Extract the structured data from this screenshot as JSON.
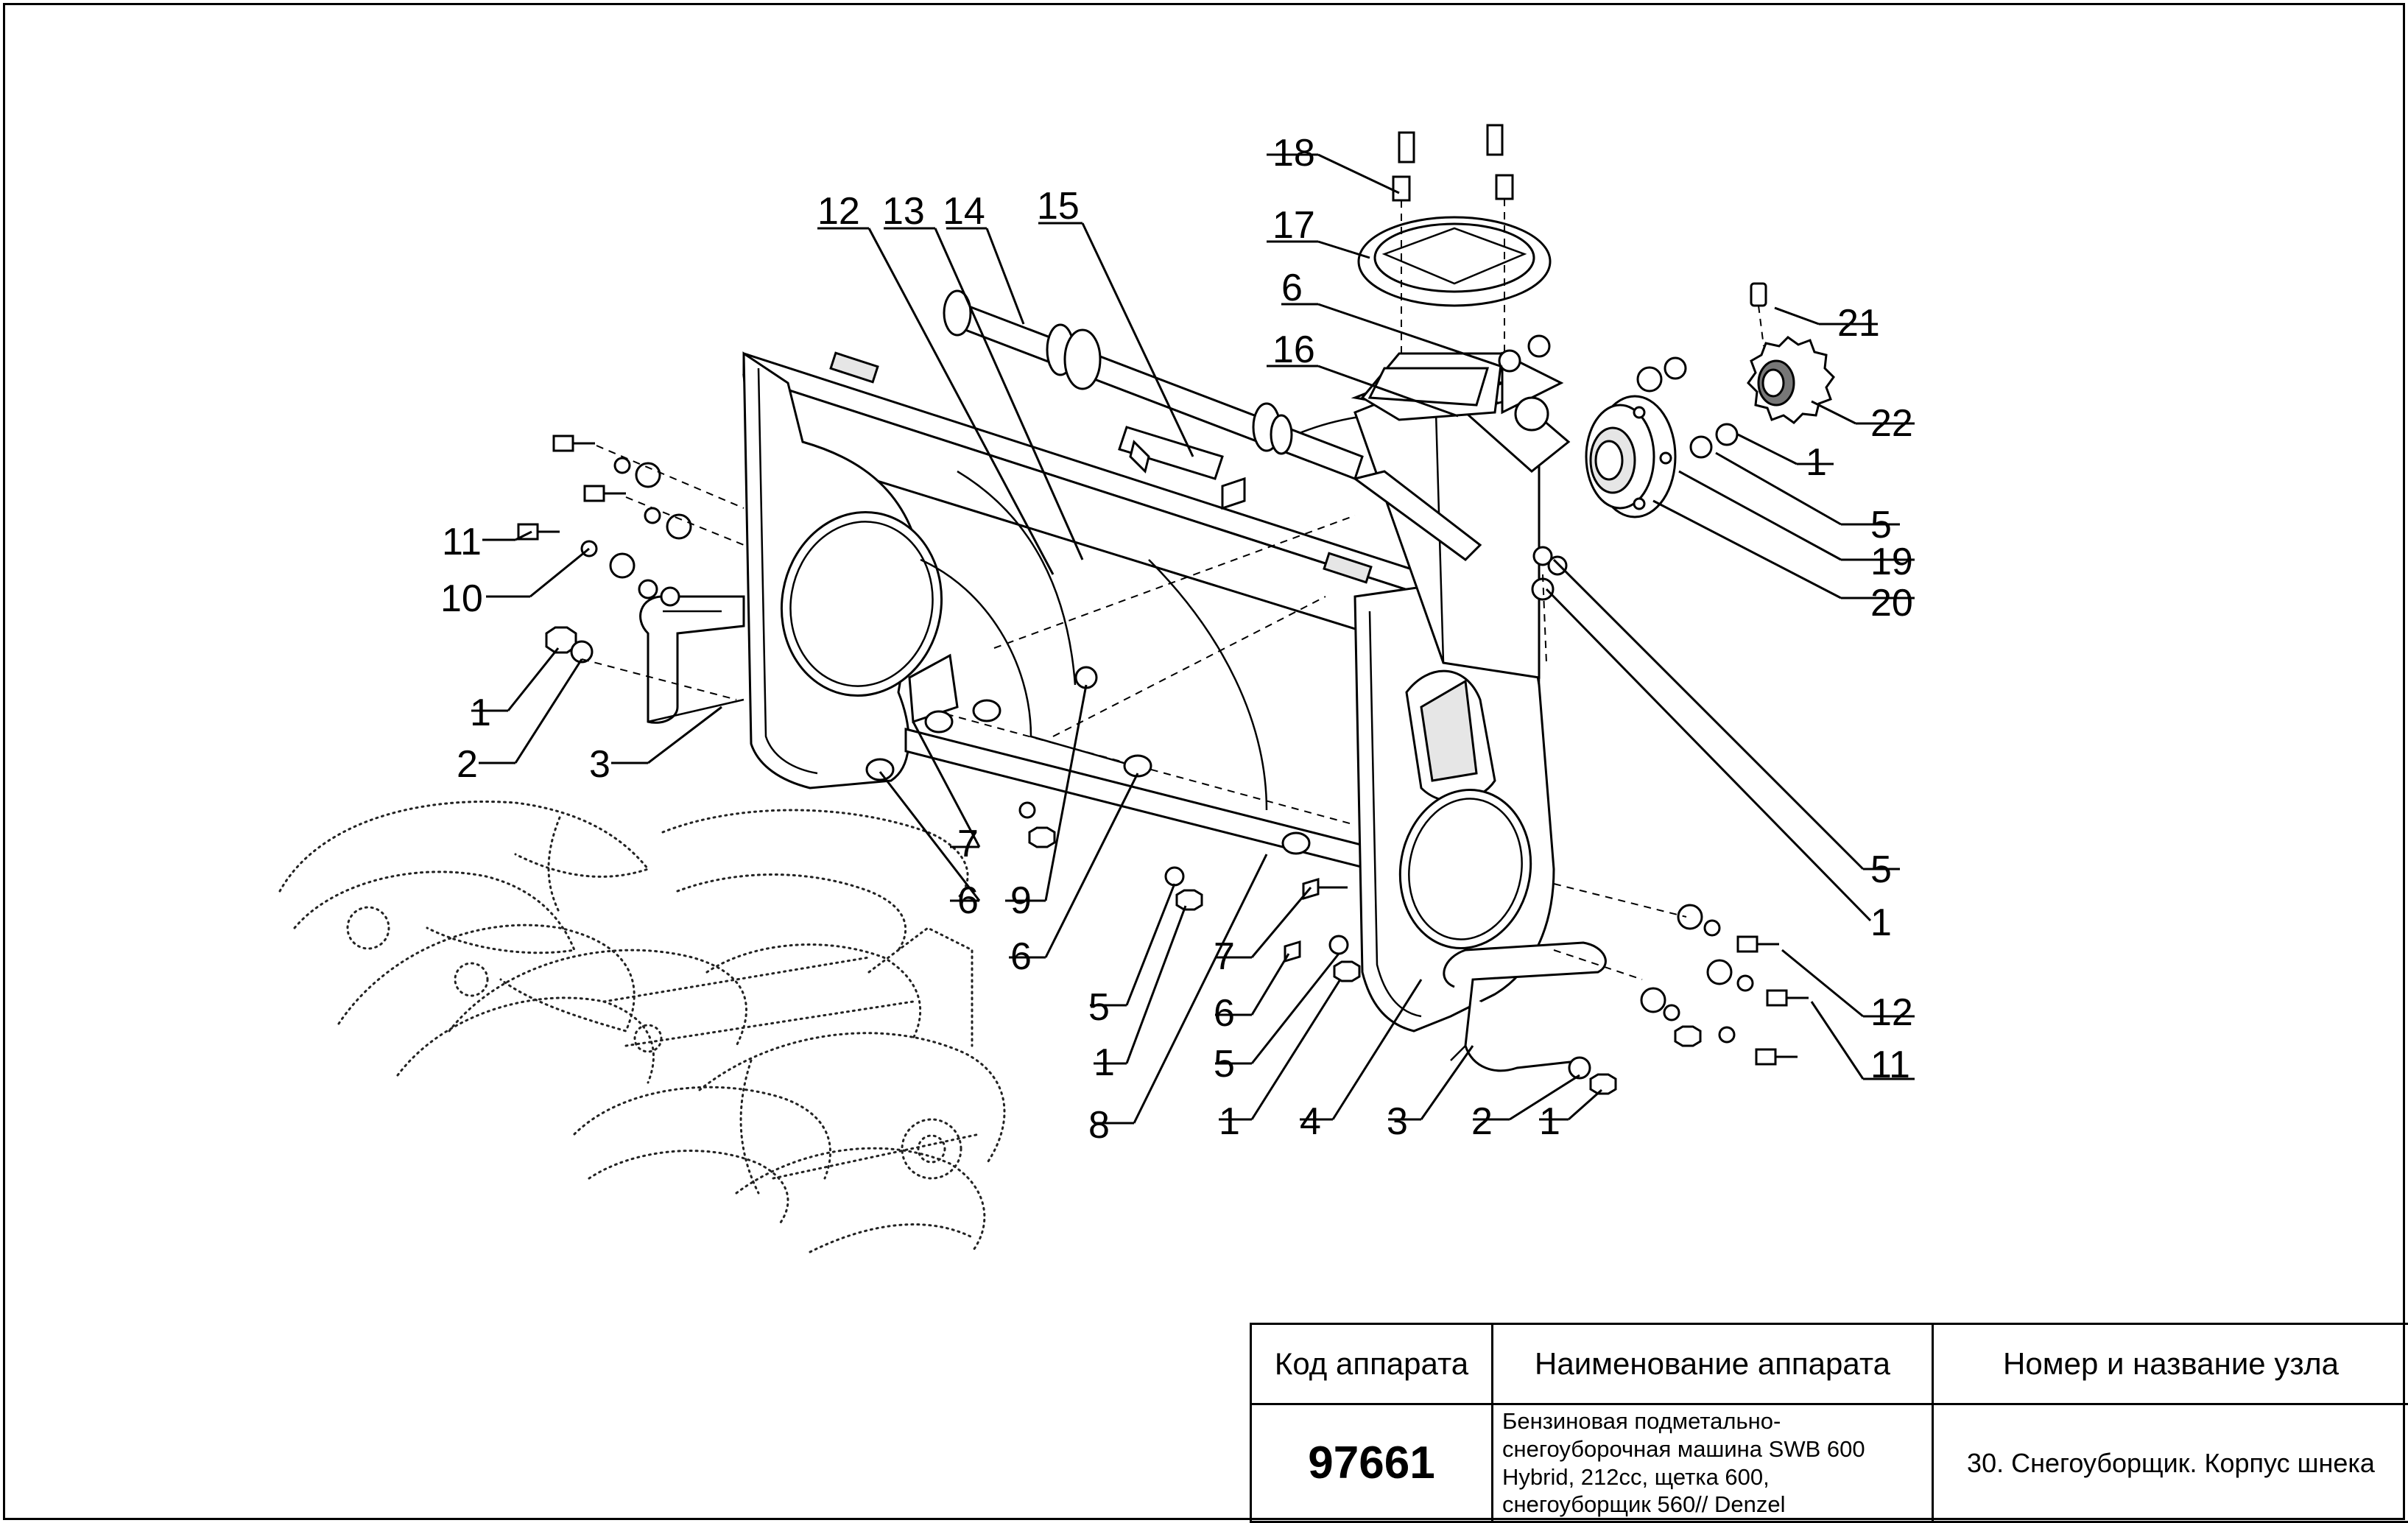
{
  "title_block": {
    "headers": {
      "code": "Код аппарата",
      "name": "Наименование аппарата",
      "unit": "Номер и название узла"
    },
    "apparatus_code": "97661",
    "apparatus_name_lines": [
      "Бензиновая подметально-",
      "снегоуборочная машина SWB 600",
      "Hybrid, 212cc, щетка 600,",
      "снегоуборщик 560// Denzel"
    ],
    "unit_name": "30. Снегоуборщик. Корпус шнека"
  },
  "callouts": [
    "1",
    "2",
    "3",
    "4",
    "5",
    "6",
    "7",
    "8",
    "9",
    "10",
    "11",
    "12",
    "13",
    "14",
    "15",
    "16",
    "17",
    "18",
    "19",
    "20",
    "21",
    "22"
  ]
}
